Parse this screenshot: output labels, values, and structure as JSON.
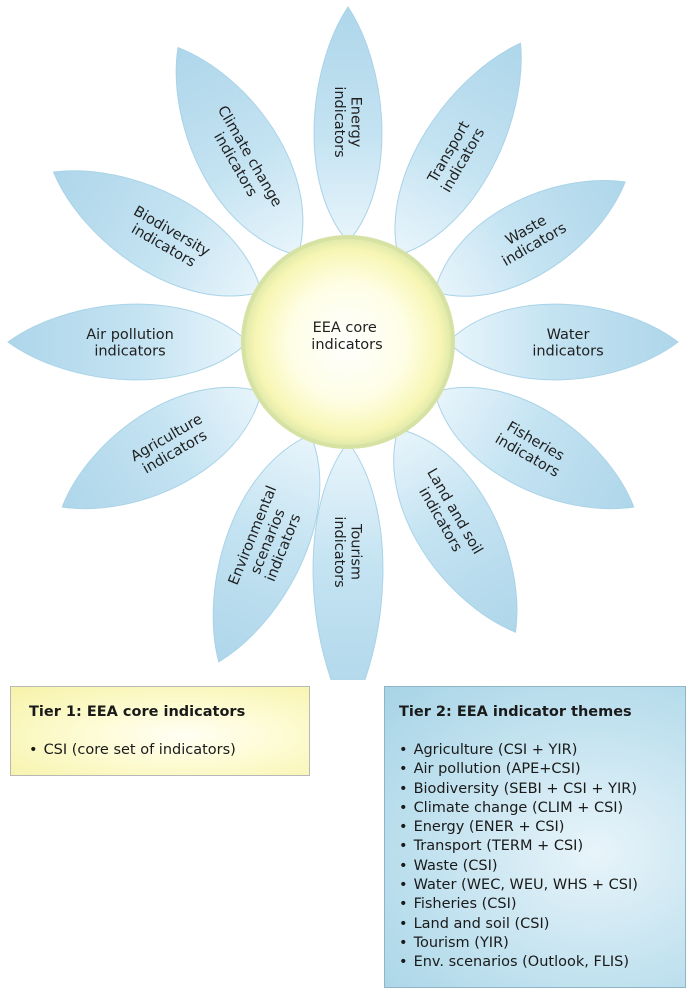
{
  "center": {
    "line1": "EEA core",
    "line2": "indicators"
  },
  "petals": [
    {
      "id": "energy",
      "lines": [
        "Energy",
        "indicators"
      ]
    },
    {
      "id": "transport",
      "lines": [
        "Transport",
        "indicators"
      ]
    },
    {
      "id": "waste",
      "lines": [
        "Waste",
        "indicators"
      ]
    },
    {
      "id": "water",
      "lines": [
        "Water",
        "indicators"
      ]
    },
    {
      "id": "fisheries",
      "lines": [
        "Fisheries",
        "indicators"
      ]
    },
    {
      "id": "land-soil",
      "lines": [
        "Land and soil",
        "indicators"
      ]
    },
    {
      "id": "tourism",
      "lines": [
        "Tourism",
        "indicators"
      ]
    },
    {
      "id": "env-scenarios",
      "lines": [
        "Environmental",
        "scenarios",
        "indicators"
      ]
    },
    {
      "id": "agriculture",
      "lines": [
        "Agriculture",
        "indicators"
      ]
    },
    {
      "id": "air-pollution",
      "lines": [
        "Air pollution",
        "indicators"
      ]
    },
    {
      "id": "biodiversity",
      "lines": [
        "Biodiversity",
        "indicators"
      ]
    },
    {
      "id": "climate-change",
      "lines": [
        "Climate change",
        "indicators"
      ]
    }
  ],
  "tier1": {
    "title": "Tier 1: EEA core indicators",
    "items": [
      "CSI (core set of indicators)"
    ]
  },
  "tier2": {
    "title": "Tier 2: EEA indicator themes",
    "items": [
      "Agriculture (CSI + YIR)",
      "Air pollution (APE+CSI)",
      "Biodiversity (SEBI + CSI + YIR)",
      "Climate change (CLIM + CSI)",
      "Energy (ENER + CSI)",
      "Transport (TERM + CSI)",
      "Waste (CSI)",
      "Water (WEC, WEU, WHS + CSI)",
      "Fisheries (CSI)",
      "Land and soil (CSI)",
      "Tourism (YIR)",
      "Env. scenarios (Outlook, FLIS)"
    ]
  },
  "colors": {
    "petal": "#bcdff0",
    "petal_edge": "#a9d3e8",
    "center_core": "#ffffff",
    "center_mid": "#fcfbcc",
    "center_rim": "#d8e5a2"
  }
}
